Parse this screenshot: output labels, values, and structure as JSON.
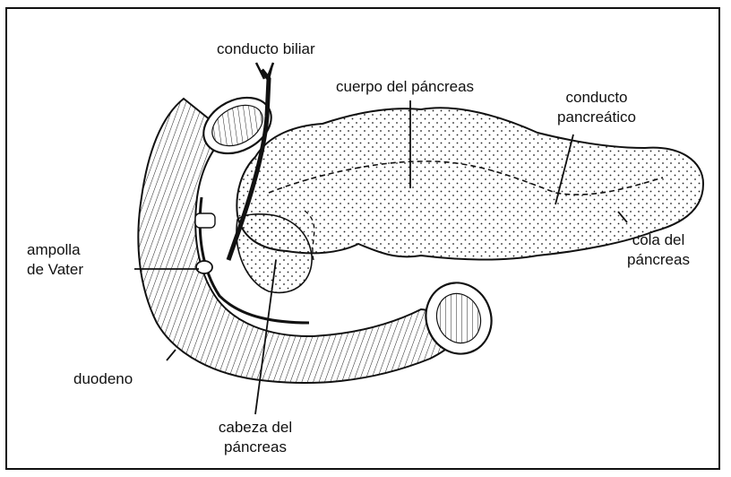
{
  "diagram": {
    "labels": {
      "conducto_biliar": [
        "conducto biliar"
      ],
      "cuerpo": [
        "cuerpo del páncreas"
      ],
      "conducto_pancreatico": [
        "conducto",
        "pancreático"
      ],
      "ampolla": [
        "ampolla",
        "de Vater"
      ],
      "cola": [
        "cola del",
        "páncreas"
      ],
      "duodeno": [
        "duodeno"
      ],
      "cabeza": [
        "cabeza del",
        "páncreas"
      ]
    }
  }
}
